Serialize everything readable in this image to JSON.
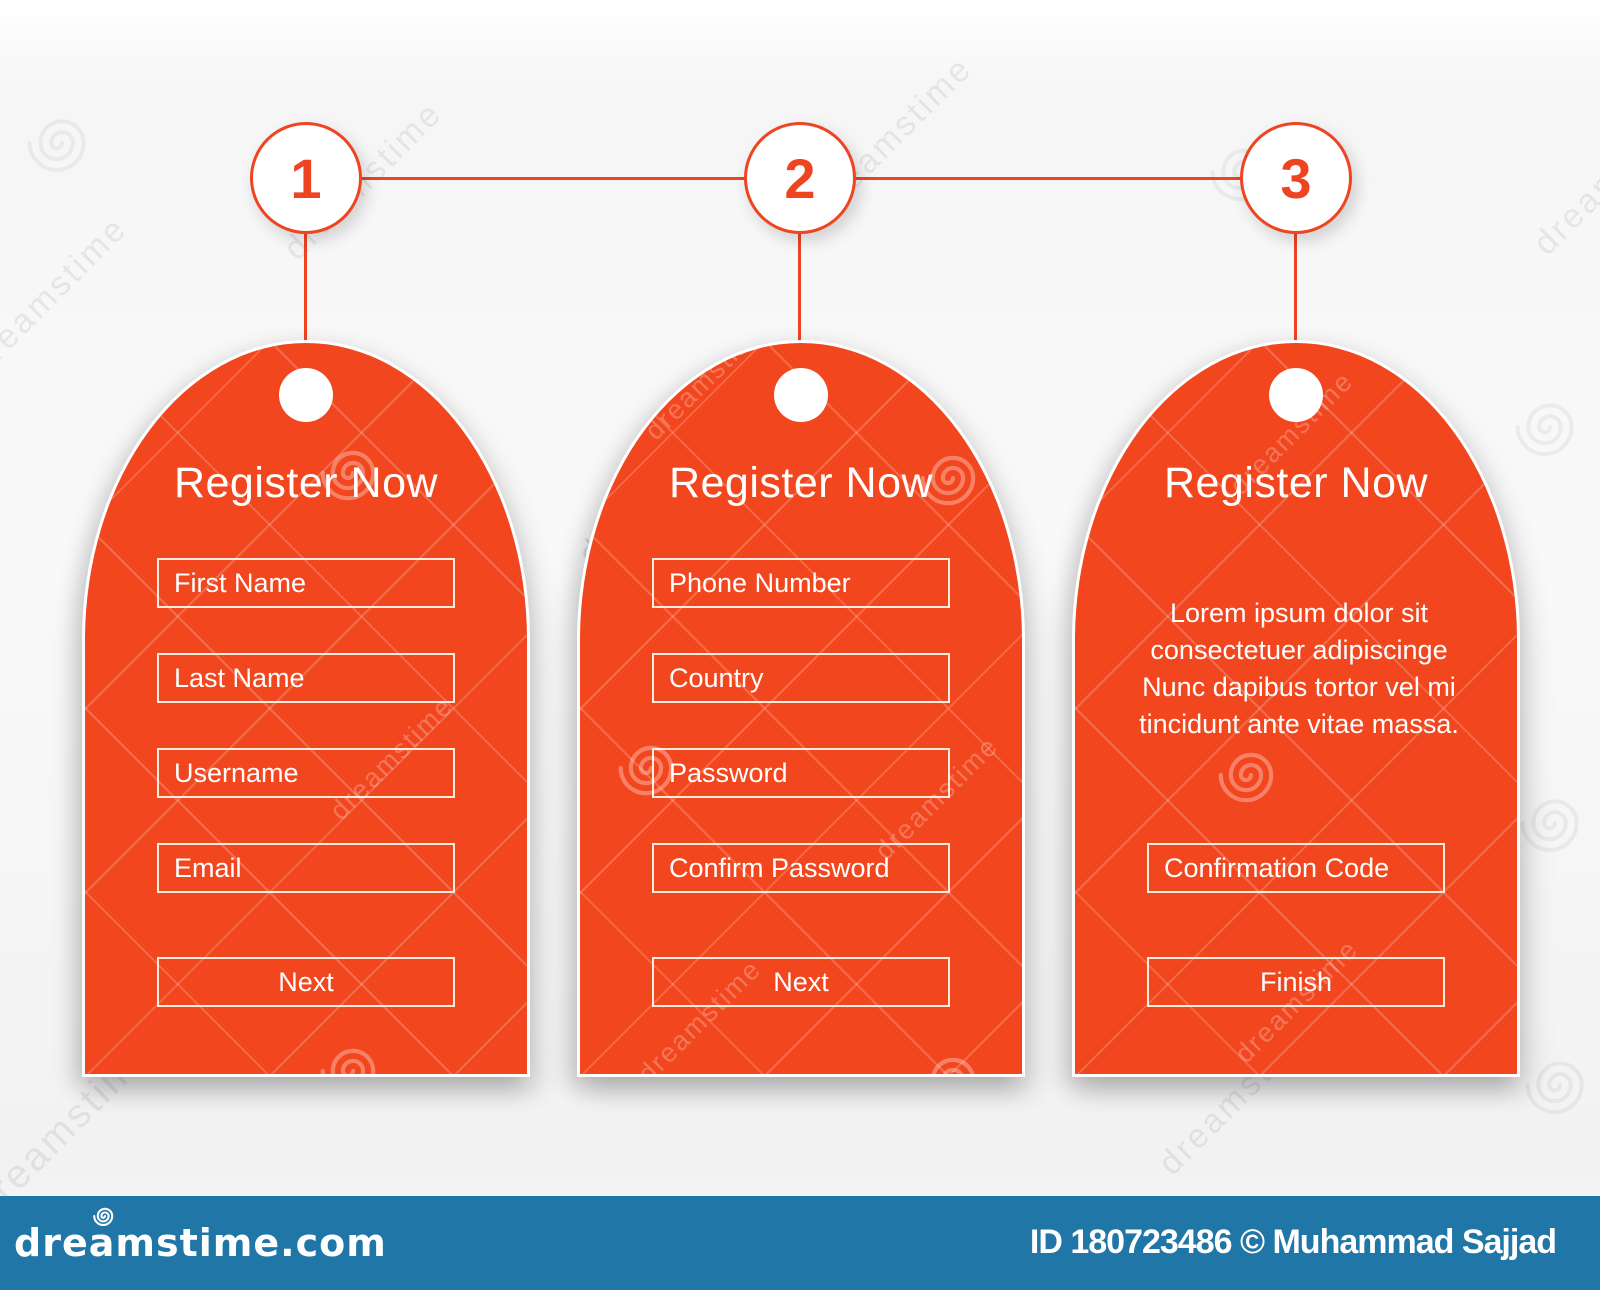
{
  "stepper": {
    "steps": [
      {
        "number": "1"
      },
      {
        "number": "2"
      },
      {
        "number": "3"
      }
    ]
  },
  "cards": [
    {
      "title": "Register Now",
      "fields": [
        "First Name",
        "Last Name",
        "Username",
        "Email"
      ],
      "button": "Next"
    },
    {
      "title": "Register Now",
      "fields": [
        "Phone Number",
        "Country",
        "Password",
        "Confirm Password"
      ],
      "button": "Next"
    },
    {
      "title": "Register Now",
      "description_lines": [
        "Lorem ipsum dolor sit",
        "consectetuer adipiscinge",
        "Nunc dapibus tortor vel mi",
        "tincidunt ante vitae massa."
      ],
      "fields": [
        "Confirmation Code"
      ],
      "button": "Finish"
    }
  ],
  "watermark": {
    "brand": "dreamstime",
    "site": "dreamstime.com",
    "credit": "ID 180723486 © Muhammad Sajjad"
  },
  "colors": {
    "card_orange": "#F2461E",
    "accent_orange": "#EE4420",
    "footer_blue": "#1F76A7"
  }
}
